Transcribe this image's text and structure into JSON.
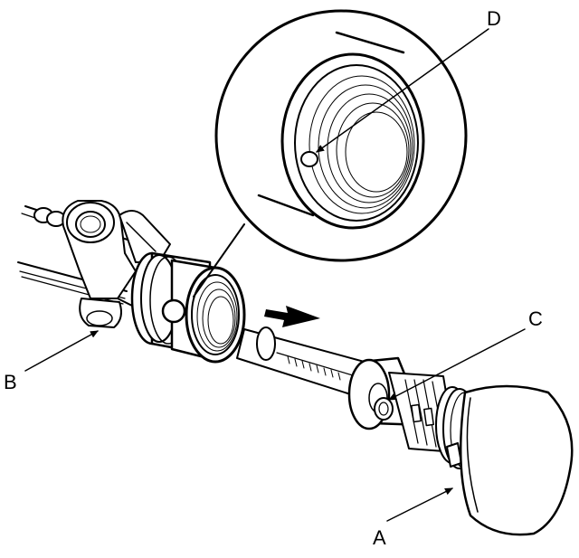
{
  "callouts": {
    "a": "A",
    "b": "B",
    "c": "C",
    "d": "D"
  },
  "colors": {
    "ink": "#000000",
    "background": "#ffffff"
  }
}
